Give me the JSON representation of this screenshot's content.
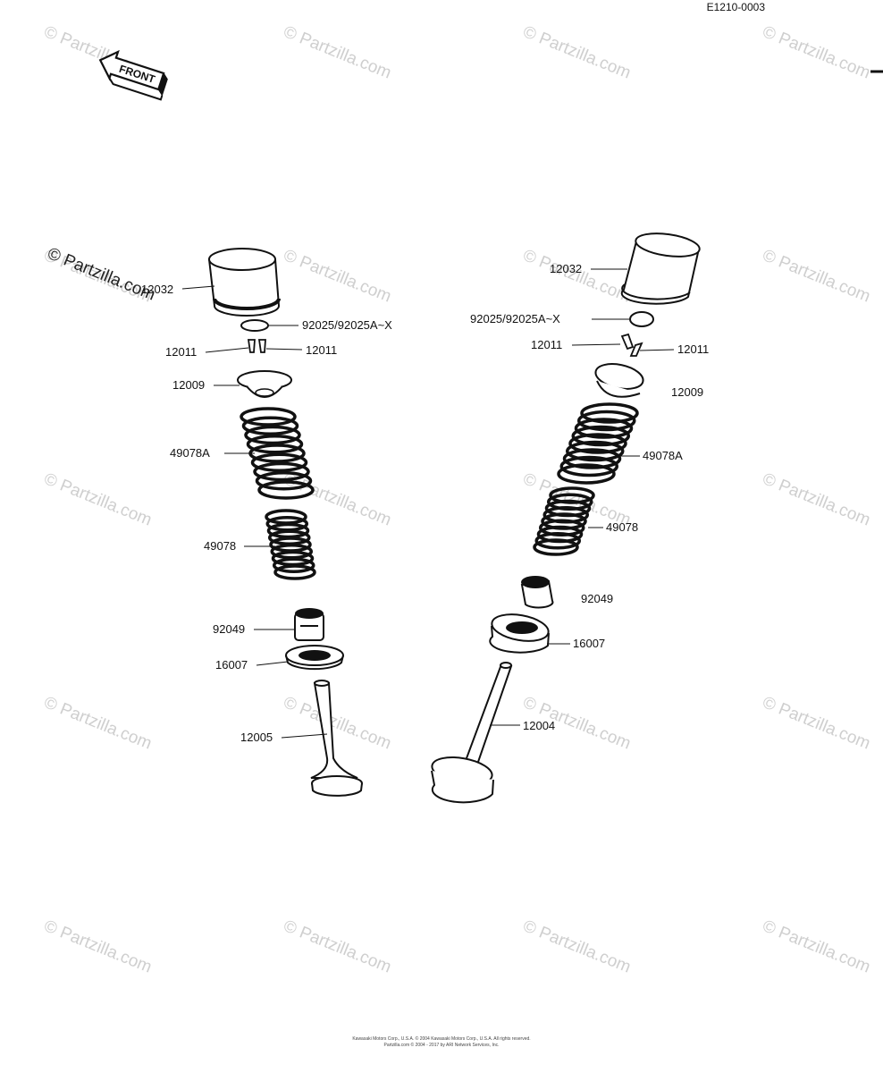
{
  "diagram": {
    "ref_code": "E1210-0003",
    "front_badge": "FRONT",
    "copyright_lines": [
      "Kawasaki Motors Corp., U.S.A. © 2004 Kawasaki Motors Corp., U.S.A. All rights reserved.",
      "Partzilla.com © 2004 - 2017 by ARI Network Services, Inc."
    ],
    "watermark": {
      "symbol": "©",
      "text": "Partzilla.com"
    },
    "labels": {
      "l_12032": "12032",
      "l_92025": "92025/92025A~X",
      "l_12011a": "12011",
      "l_12011b": "12011",
      "l_12009": "12009",
      "l_49078A": "49078A",
      "l_49078": "49078",
      "l_92049": "92049",
      "l_16007": "16007",
      "l_12005": "12005",
      "r_12032": "12032",
      "r_92025": "92025/92025A~X",
      "r_12011a": "12011",
      "r_12011b": "12011",
      "r_12009": "12009",
      "r_49078A": "49078A",
      "r_49078": "49078",
      "r_92049": "92049",
      "r_16007": "16007",
      "r_12004": "12004"
    }
  }
}
